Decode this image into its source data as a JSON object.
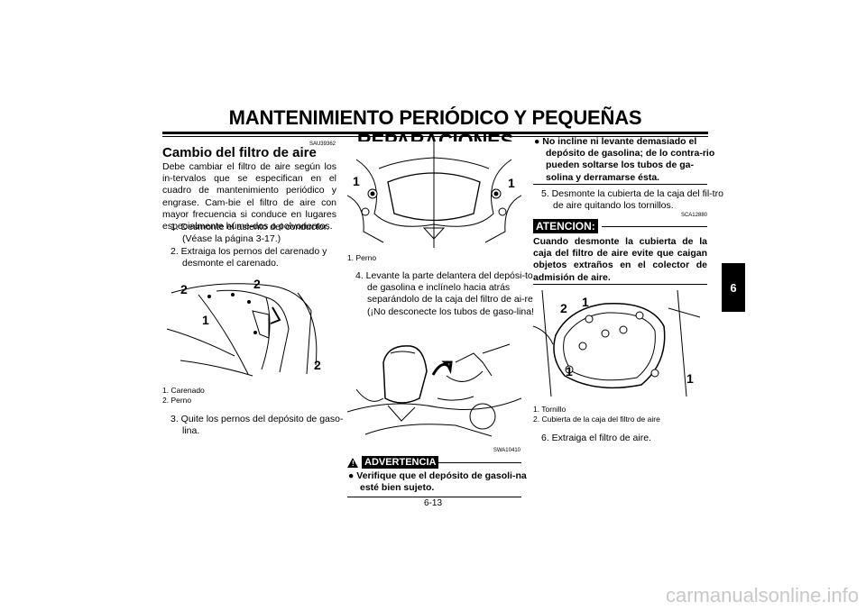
{
  "header": {
    "title": "MANTENIMIENTO PERIÓDICO Y PEQUEÑAS REPARACIONES",
    "chapter_tab": "6"
  },
  "col1": {
    "code": "SAU39362",
    "heading": "Cambio del filtro de aire",
    "intro": "Debe cambiar el filtro de aire según los in-tervalos que se especifican en el cuadro de mantenimiento periódico y engrase. Cam-bie el filtro de aire con mayor frecuencia si conduce en lugares especialmente húme-dos o polvorientos.",
    "step1": "1. Desmonte el asiento del conductor. (Véase la página 3-17.)",
    "step2": "2. Extraiga los pernos del carenado y desmonte el carenado.",
    "fig_callouts": [
      "2",
      "2",
      "1",
      "2"
    ],
    "caption1": "1. Carenado",
    "caption2": "2. Perno",
    "step3": "3. Quite los pernos del depósito de gaso-lina."
  },
  "col2": {
    "fig_callouts": [
      "1",
      "1"
    ],
    "caption1": "1. Perno",
    "step4": "4. Levante la parte delantera del depósi-to de gasolina e inclínelo hacia atrás separándolo de la caja del filtro de ai-re. (¡No desconecte los tubos de gaso-lina!)",
    "code": "SWA10410",
    "warning_label": "ADVERTENCIA",
    "warning_text": "Verifique que el depósito de gasoli-na esté bien sujeto.",
    "page_number": "6-13"
  },
  "col3": {
    "bullet_text": "No incline ni levante demasiado el depósito de gasolina; de lo contra-rio pueden soltarse los tubos de ga-solina y derramarse ésta.",
    "step5": "5. Desmonte la cubierta de la caja del fil-tro de aire quitando los tornillos.",
    "code": "SCA12880",
    "caution_label": "ATENCION:",
    "caution_text": "Cuando desmonte la cubierta de la caja del filtro de aire evite que caigan objetos extraños en el colector de admisión de aire.",
    "fig_callouts": [
      "2",
      "1",
      "1",
      "1"
    ],
    "caption1": "1. Tornillo",
    "caption2": "2. Cubierta de la caja del filtro de aire",
    "step6": "6. Extraiga el filtro de aire."
  },
  "watermark": "carmanualsonline.info"
}
